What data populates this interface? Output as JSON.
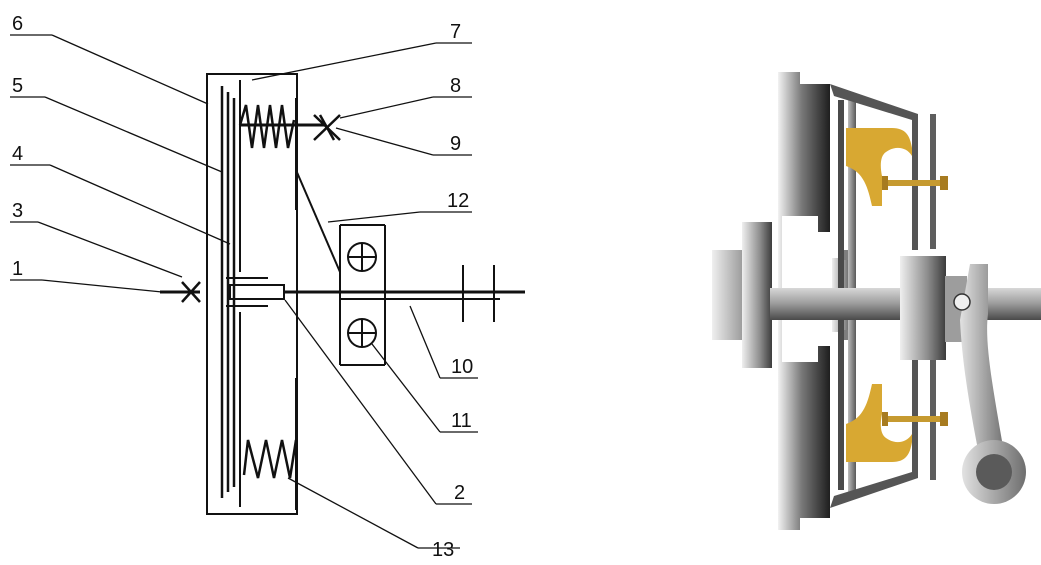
{
  "figure": {
    "schematic": {
      "callouts": [
        {
          "id": "c1",
          "label": "1"
        },
        {
          "id": "c2",
          "label": "2"
        },
        {
          "id": "c3",
          "label": "3"
        },
        {
          "id": "c4",
          "label": "4"
        },
        {
          "id": "c5",
          "label": "5"
        },
        {
          "id": "c6",
          "label": "6"
        },
        {
          "id": "c7",
          "label": "7"
        },
        {
          "id": "c8",
          "label": "8"
        },
        {
          "id": "c9",
          "label": "9"
        },
        {
          "id": "c10",
          "label": "10"
        },
        {
          "id": "c11",
          "label": "11"
        },
        {
          "id": "c12",
          "label": "12"
        },
        {
          "id": "c13",
          "label": "13"
        }
      ]
    },
    "illustration": {
      "colors": {
        "friction_lining": "#d8a832",
        "metal_dark": "#3a3a3a",
        "metal_mid": "#8a8a8a",
        "metal_light": "#d6d6d6",
        "lever": "#9a9a9a"
      }
    }
  }
}
